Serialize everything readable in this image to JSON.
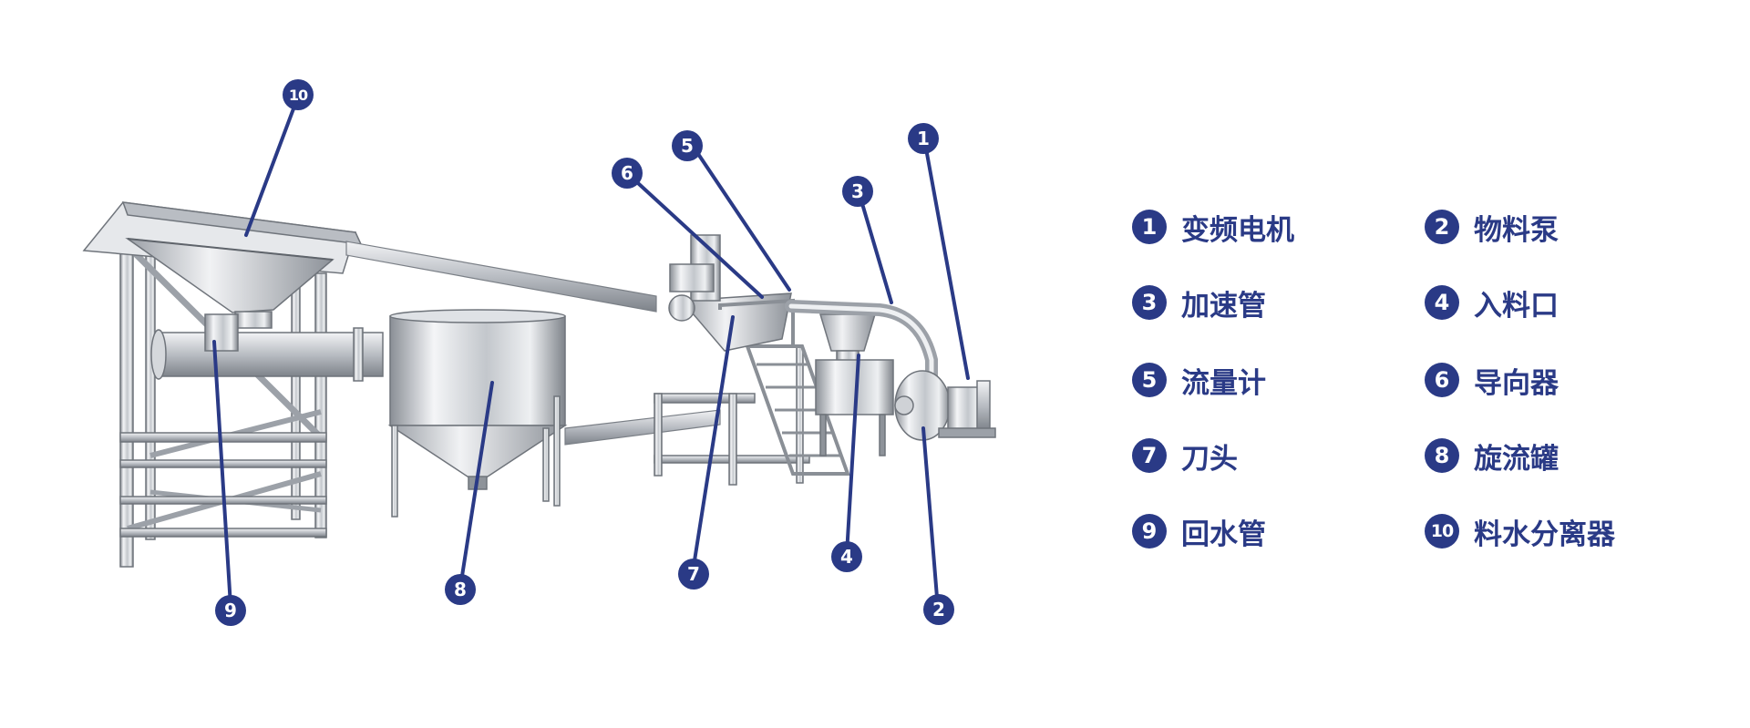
{
  "colors": {
    "accent": "#2a3a86",
    "steel_dark": "#7d8289",
    "steel_light": "#eef0f3"
  },
  "callouts": [
    {
      "num": "1"
    },
    {
      "num": "2"
    },
    {
      "num": "3"
    },
    {
      "num": "4"
    },
    {
      "num": "5"
    },
    {
      "num": "6"
    },
    {
      "num": "7"
    },
    {
      "num": "8"
    },
    {
      "num": "9"
    },
    {
      "num": "10"
    }
  ],
  "legend": [
    {
      "num": "1",
      "label": "变频电机"
    },
    {
      "num": "2",
      "label": "物料泵"
    },
    {
      "num": "3",
      "label": "加速管"
    },
    {
      "num": "4",
      "label": "入料口"
    },
    {
      "num": "5",
      "label": "流量计"
    },
    {
      "num": "6",
      "label": "导向器"
    },
    {
      "num": "7",
      "label": "刀头"
    },
    {
      "num": "8",
      "label": "旋流罐"
    },
    {
      "num": "9",
      "label": "回水管"
    },
    {
      "num": "10",
      "label": "料水分离器"
    }
  ]
}
